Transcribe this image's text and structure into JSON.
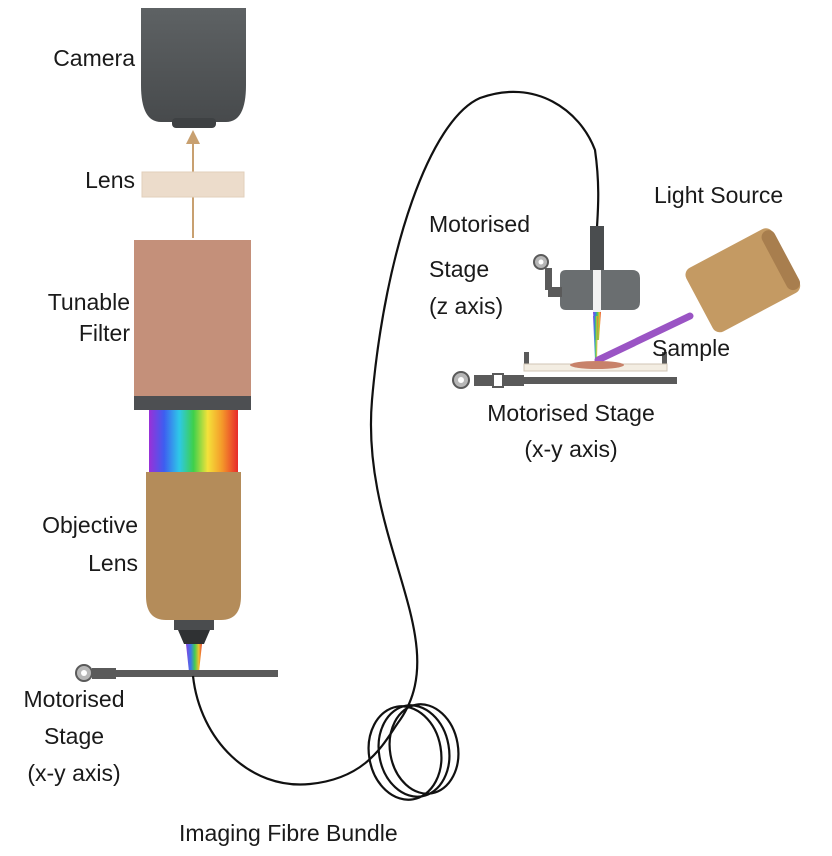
{
  "labels": {
    "camera": "Camera",
    "lens": "Lens",
    "tunable_filter": [
      "Tunable",
      "Filter"
    ],
    "objective_lens": [
      "Objective",
      "Lens"
    ],
    "stage_left": [
      "Motorised",
      "Stage",
      "(x-y axis)"
    ],
    "fibre_bundle": "Imaging Fibre Bundle",
    "stage_z": [
      "Motorised",
      "Stage",
      "(z axis)"
    ],
    "light_source": "Light Source",
    "sample": "Sample",
    "stage_right": [
      "Motorised Stage",
      "(x-y axis)"
    ]
  },
  "colors": {
    "camera": "#55595a",
    "lens": "#ecdccb",
    "arrow": "#c8a070",
    "tunable_filter": "#c4907a",
    "filter_band": "#4d4f52",
    "objective": "#b48c5a",
    "light_source": "#c49a63",
    "beam": "#9a54c4",
    "fibre": "#111111",
    "stage": "#5a5a5a",
    "sample": "#c8826a"
  }
}
